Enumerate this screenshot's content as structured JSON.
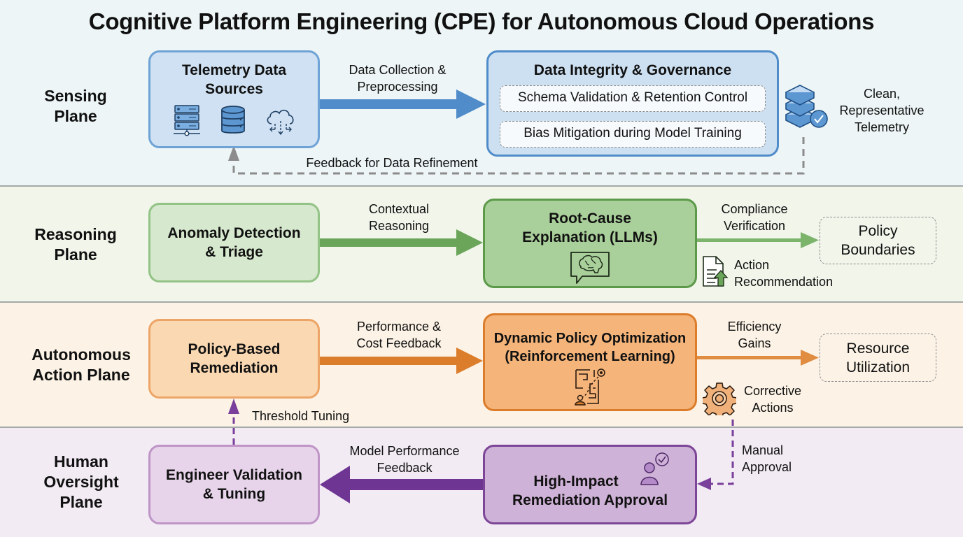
{
  "title": "Cognitive Platform Engineering (CPE) for Autonomous Cloud Operations",
  "colors": {
    "sensing": "#4f8cc9",
    "reasoning": "#6aa55a",
    "action": "#dc7d2b",
    "human": "#6f3593",
    "feedback_dashed": "#8c8c8c"
  },
  "planes": {
    "sensing": {
      "label_line1": "Sensing",
      "label_line2": "Plane",
      "source_box": {
        "title_line1": "Telemetry Data",
        "title_line2": "Sources",
        "icons": [
          "server-rack-icon",
          "database-icon",
          "cloud-upload-icon"
        ]
      },
      "arrow_label_line1": "Data Collection &",
      "arrow_label_line2": "Preprocessing",
      "governance_box": {
        "title": "Data Integrity & Governance",
        "items": [
          "Schema Validation & Retention Control",
          "Bias Mitigation during Model Training"
        ]
      },
      "output_icon": "stacked-layers-check-icon",
      "output_label_line1": "Clean,",
      "output_label_line2": "Representative",
      "output_label_line3": "Telemetry",
      "feedback_label": "Feedback for Data Refinement"
    },
    "reasoning": {
      "label_line1": "Reasoning",
      "label_line2": "Plane",
      "source_box": {
        "title_line1": "Anomaly Detection",
        "title_line2": "& Triage"
      },
      "arrow_label_line1": "Contextual",
      "arrow_label_line2": "Reasoning",
      "main_box": {
        "title_line1": "Root-Cause",
        "title_line2": "Explanation (LLMs)",
        "icon": "brain-chat-icon"
      },
      "compliance_label_line1": "Compliance",
      "compliance_label_line2": "Verification",
      "target_box": {
        "line1": "Policy",
        "line2": "Boundaries"
      },
      "recommendation_icon": "document-upload-icon",
      "recommendation_label_line1": "Action",
      "recommendation_label_line2": "Recommendation"
    },
    "action": {
      "label_line1": "Autonomous",
      "label_line2": "Action Plane",
      "source_box": {
        "title_line1": "Policy-Based",
        "title_line2": "Remediation"
      },
      "arrow_label_line1": "Performance &",
      "arrow_label_line2": "Cost Feedback",
      "main_box": {
        "title_line1": "Dynamic Policy Optimization",
        "title_line2": "(Reinforcement Learning)",
        "icon": "maze-path-icon"
      },
      "efficiency_label_line1": "Efficiency",
      "efficiency_label_line2": "Gains",
      "target_box": {
        "line1": "Resource",
        "line2": "Utilization"
      },
      "corrective_icon": "gear-icon",
      "corrective_label_line1": "Corrective",
      "corrective_label_line2": "Actions",
      "threshold_label": "Threshold Tuning"
    },
    "human": {
      "label_line1": "Human",
      "label_line2": "Oversight",
      "label_line3": "Plane",
      "source_box": {
        "title_line1": "Engineer Validation",
        "title_line2": "& Tuning"
      },
      "arrow_label_line1": "Model Performance",
      "arrow_label_line2": "Feedback",
      "main_box": {
        "title_line1": "High-Impact",
        "title_line2": "Remediation Approval",
        "icon": "user-check-icon"
      },
      "manual_label_line1": "Manual",
      "manual_label_line2": "Approval"
    }
  }
}
